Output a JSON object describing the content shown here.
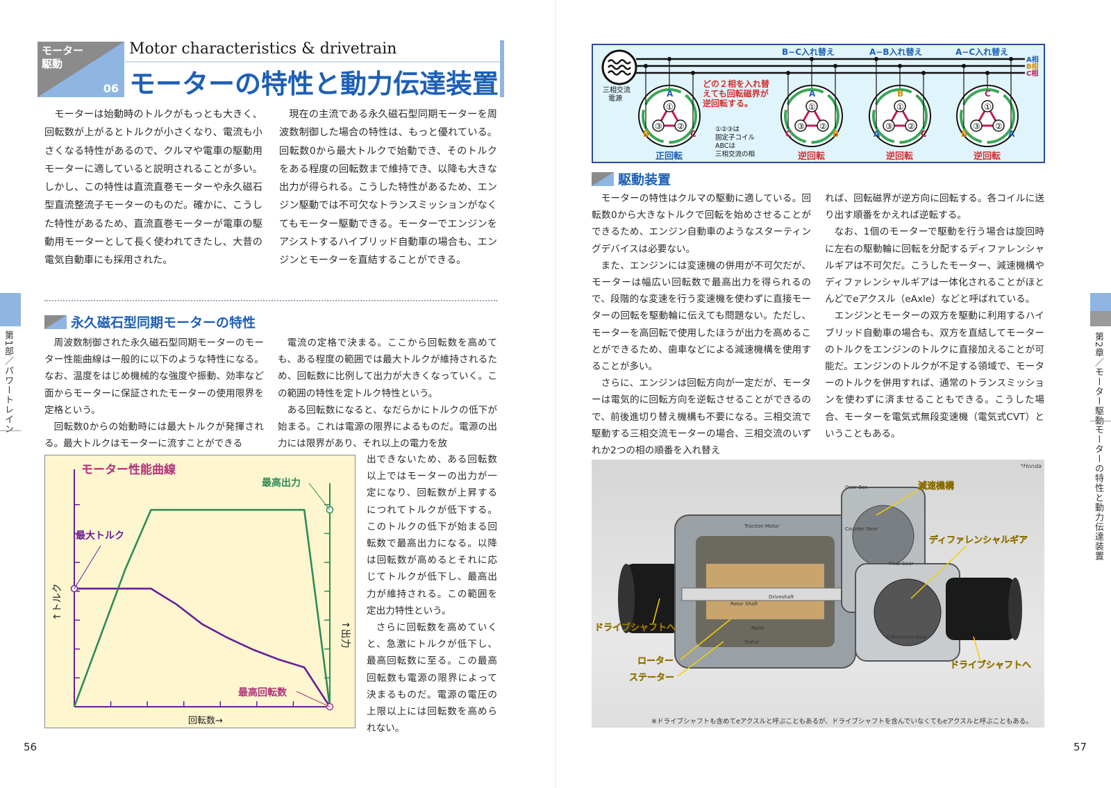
{
  "header": {
    "badge_label": "モーター\n駆動",
    "badge_number": "06",
    "english_title": "Motor characteristics & drivetrain",
    "japanese_title": "モーターの特性と動力伝達装置"
  },
  "left_page": {
    "intro_col1": "モーターは始動時のトルクがもっとも大きく、回転数が上がるとトルクが小さくなり、電流も小さくなる特性があるので、クルマや電車の駆動用モーターに適していると説明されることが多い。しかし、この特性は直流直巻モーターや永久磁石型直流整流子モーターのものだ。確かに、こうした特性があるため、直流直巻モーターが電車の駆動用モーターとして長く使われてきたし、大昔の電気自動車にも採用された。",
    "intro_col2": "現在の主流である永久磁石型同期モーターを周波数制御した場合の特性は、もっと優れている。回転数0から最大トルクで始動でき、そのトルクをある程度の回転数まで維持でき、以降も大きな出力が得られる。こうした特性があるため、エンジン駆動では不可欠なトランスミッションがなくてもモーター駆動できる。モーターでエンジンをアシストするハイブリッド自動車の場合も、エンジンとモーターを直結することができる。",
    "section_title": "永久磁石型同期モーターの特性",
    "sec_col1_p1": "周波数制御された永久磁石型同期モーターのモーター性能曲線は一般的に以下のような特性になる。なお、温度をはじめ機械的な強度や振動、効率など面からモーターに保証されたモーターの使用限界を定格という。",
    "sec_col1_p2": "回転数0からの始動時には最大トルクが発揮される。最大トルクはモーターに流すことができる",
    "sec_col2_p1": "電流の定格で決まる。ここから回転数を高めても、ある程度の範囲では最大トルクが維持されるため、回転数に比例して出力が大きくなっていく。この範囲の特性を定トルク特性という。",
    "sec_col2_p2": "ある回転数になると、なだらかにトルクの低下が始まる。これは電源の限界によるものだ。電源の出力には限界があり、それ以上の電力を放",
    "sec_col3": "出できないため、ある回転数以上ではモーターの出力が一定になり、回転数が上昇するにつれてトルクが低下する。このトルクの低下が始まる回転数で最高出力になる。以降は回転数が高めるとそれに応じてトルクが低下し、最高出力が維持される。この範囲を定出力特性という。",
    "sec_col3_p2": "さらに回転数を高めていくと、急激にトルクが低下し、最高回転数に至る。この最高回転数も電源の限界によって決まるものだ。電源の電圧の上限以上には回転数を高められない。",
    "side_tab": "第1部／パワートレイン",
    "page_number": "56"
  },
  "chart_data": {
    "type": "line",
    "title": "モーター性能曲線",
    "xlabel": "回転数→",
    "ylabel_left": "↑トルク",
    "ylabel_right": "↑出力",
    "annotations": [
      "最高出力",
      "最大トルク",
      "最高回転数"
    ],
    "x": [
      0,
      0.1,
      0.2,
      0.3,
      0.4,
      0.5,
      0.6,
      0.7,
      0.8,
      0.9,
      1.0
    ],
    "series": [
      {
        "name": "トルク",
        "color": "#6a1b9a",
        "values": [
          0.6,
          0.6,
          0.6,
          0.6,
          0.52,
          0.42,
          0.35,
          0.29,
          0.24,
          0.2,
          0.0
        ]
      },
      {
        "name": "出力",
        "color": "#2e8b57",
        "values": [
          0.0,
          0.35,
          0.7,
          1.0,
          1.0,
          1.0,
          1.0,
          1.0,
          1.0,
          1.0,
          0.0
        ]
      }
    ],
    "xlim": [
      0,
      1.0
    ],
    "ylim": [
      0,
      1.1
    ]
  },
  "diagram": {
    "source_label": "三相交流\n電源",
    "phase_labels": [
      "A相",
      "B相",
      "C相"
    ],
    "swap_labels": [
      "B−C入れ替え",
      "A−B入れ替え",
      "A−C入れ替え"
    ],
    "note": "どの２相を入れ替えても回転磁界が逆回転する。",
    "legend": "①②③は\n固定子コイル\nABCは\n三相交流の相",
    "motors": [
      {
        "caption": "正回転",
        "top": "A",
        "left": "B",
        "right": "C"
      },
      {
        "caption": "逆回転",
        "top": "A",
        "left": "C",
        "right": "B"
      },
      {
        "caption": "逆回転",
        "top": "B",
        "left": "A",
        "right": "C"
      },
      {
        "caption": "逆回転",
        "top": "C",
        "left": "B",
        "right": "A"
      }
    ],
    "coil_numbers": [
      "①",
      "②",
      "③"
    ]
  },
  "right_page": {
    "section_title": "駆動装置",
    "col1": "モーターの特性はクルマの駆動に適している。回転数0から大きなトルクで回転を始めさせることができるため、エンジン自動車のようなスターティングデバイスは必要ない。",
    "col1_p2": "また、エンジンには変速機の併用が不可欠だが、モーターは幅広い回転数で最高出力を得られるので、段階的な変速を行う変速機を使わずに直接モーターの回転を駆動輪に伝えても問題ない。ただし、モーターを高回転で使用したほうが出力を高めることができるため、歯車などによる減速機構を使用することが多い。",
    "col1_p3": "さらに、エンジンは回転方向が一定だが、モーターは電気的に回転方向を逆転させることができるので、前後進切り替え機構も不要になる。三相交流で駆動する三相交流モーターの場合、三相交流のいずれか2つの相の順番を入れ替え",
    "col2": "れば、回転磁界が逆方向に回転する。各コイルに送り出す順番をかえれば逆転する。",
    "col2_p2": "なお、1個のモーターで駆動を行う場合は旋回時に左右の駆動輪に回転を分配するディファレンシャルギアは不可欠だ。こうしたモーター、減速機構やディファレンシャルギアは一体化されることがほとんどでeアクスル（eAxle）などと呼ばれている。",
    "col2_p3": "エンジンとモーターの双方を駆動に利用するハイブリッド自動車の場合も、双方を直結してモーターのトルクをエンジンのトルクに直接加えることが可能だ。エンジンのトルクが不足する領域で、モーターのトルクを併用すれば、通常のトランスミッションを使わずに済ませることもできる。こうした場合、モーターを電気式無段変速機（電気式CVT）ということもある。",
    "photo_credit": "*Honda",
    "photo_labels": [
      "減速機構",
      "ディファレンシャルギア",
      "ドライブシャフトへ",
      "ローター",
      "ステーター",
      "ドライブシャフトへ"
    ],
    "photo_small_labels": [
      "Gear Box",
      "Traction Motor",
      "Counter Gear",
      "Final Gear",
      "Rotor Shaft",
      "Driveshaft",
      "Rotor",
      "Stator",
      "Differential Gear"
    ],
    "photo_caption": "※ドライブシャフトも含めてeアクスルと呼ぶこともあるが、ドライブシャフトを含んでいなくてもeアクスルと呼ぶこともある。",
    "side_tab": "第2章／モーター駆動",
    "side_tab2": "モーターの特性と動力伝達装置",
    "page_number": "57"
  }
}
